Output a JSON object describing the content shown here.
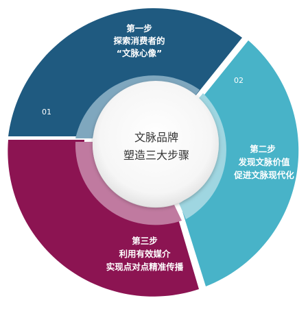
{
  "center": {
    "line1": "文脉品牌",
    "line2": "塑造三大步骤"
  },
  "segments": [
    {
      "number": "01",
      "lines": [
        "第一步",
        "探索消费者的",
        "“文脉心像”"
      ],
      "color": "#1f5a80",
      "inner_color": "#7fa7be"
    },
    {
      "number": "02",
      "lines": [
        "第二步",
        "发现文脉价值",
        "促进文脉现代化"
      ],
      "color": "#48b3c8",
      "inner_color": "#9fd6e1"
    },
    {
      "number": "",
      "lines": [
        "第三步",
        "利用有效媒介",
        "实现点对点精准传播"
      ],
      "color": "#8c1452",
      "inner_color": "#c07aa0"
    }
  ]
}
